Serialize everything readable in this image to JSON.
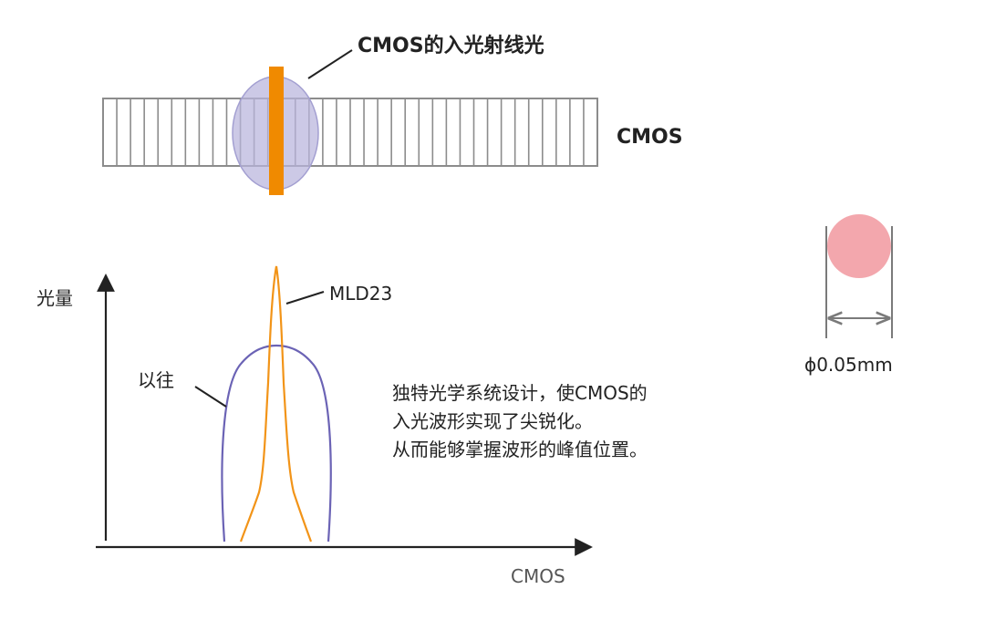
{
  "sensor": {
    "beam_label": "CMOS的入光射线光",
    "sensor_label": "CMOS",
    "colors": {
      "grid": "#8c8c8c",
      "beam": "#f08a00",
      "halo": "#b9b4dd"
    }
  },
  "profile": {
    "y_axis_label": "光量",
    "x_axis_label": "CMOS",
    "new_curve_label": "MLD23",
    "old_curve_label": "以往",
    "colors": {
      "new_curve": "#f29418",
      "old_curve": "#6b63b5",
      "axis": "#222222"
    }
  },
  "description": {
    "lines": [
      "独特光学系统设计，使CMOS的",
      "入光波形实现了尖锐化。",
      "从而能够掌握波形的峰值位置。"
    ]
  },
  "spot": {
    "size_label": "ϕ0.05mm",
    "colors": {
      "spot": "#f3a7ad",
      "dimension": "#7a7a7a"
    }
  }
}
